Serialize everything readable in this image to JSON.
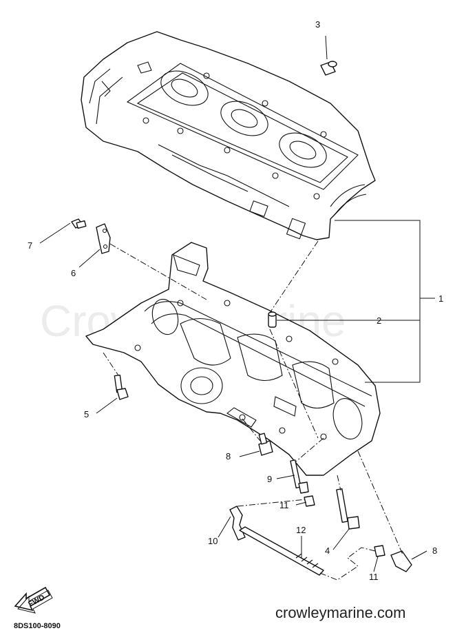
{
  "watermark": "Crowley Marine",
  "footer": {
    "website": "crowleymarine.com",
    "diagram_code": "8DS100-8090",
    "fwd_label": "FWD"
  },
  "callouts": {
    "c1": "1",
    "c2": "2",
    "c3": "3",
    "c4": "4",
    "c5": "5",
    "c6": "6",
    "c7": "7",
    "c8a": "8",
    "c8b": "8",
    "c9": "9",
    "c10": "10",
    "c11a": "11",
    "c11b": "11",
    "c12": "12"
  }
}
